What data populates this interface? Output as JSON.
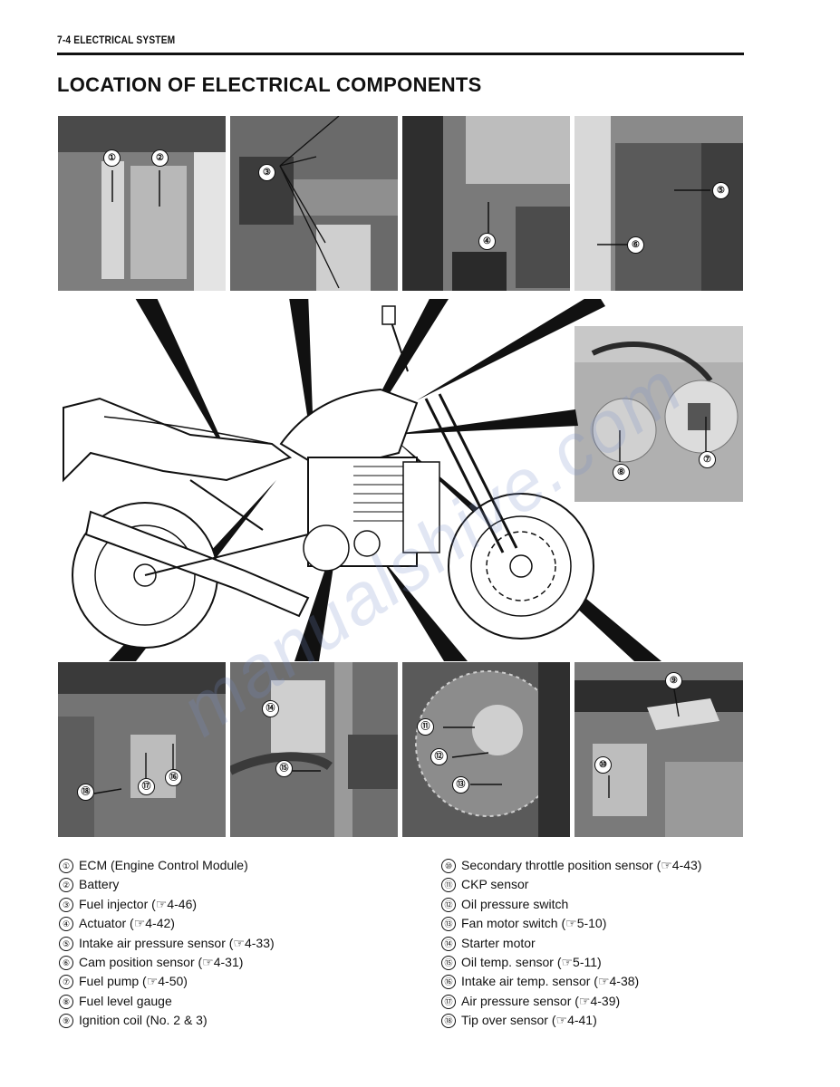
{
  "header": {
    "text": "7-4  ELECTRICAL SYSTEM"
  },
  "title": "LOCATION OF ELECTRICAL COMPONENTS",
  "watermark": "manualshive.com",
  "colors": {
    "photo_gray": "#9a9a9a",
    "ink": "#111111",
    "watermark": "#8c9ad0"
  },
  "photos": {
    "top": [
      {
        "callouts": [
          "①",
          "②"
        ]
      },
      {
        "callouts": [
          "③"
        ]
      },
      {
        "callouts": [
          "④"
        ]
      },
      {
        "callouts": [
          "⑤",
          "⑥"
        ]
      }
    ],
    "right": {
      "callouts": [
        "⑧",
        "⑦"
      ]
    },
    "bottom": [
      {
        "callouts": [
          "⑱",
          "⑰",
          "⑯"
        ]
      },
      {
        "callouts": [
          "⑭",
          "⑮"
        ]
      },
      {
        "callouts": [
          "⑪",
          "⑫",
          "⑬"
        ]
      },
      {
        "callouts": [
          "⑨",
          "⑩"
        ]
      }
    ]
  },
  "legend_left": [
    {
      "num": "①",
      "text": "ECM (Engine Control Module)"
    },
    {
      "num": "②",
      "text": "Battery"
    },
    {
      "num": "③",
      "text": "Fuel injector (☞4-46)"
    },
    {
      "num": "④",
      "text": "Actuator (☞4-42)"
    },
    {
      "num": "⑤",
      "text": "Intake air pressure sensor (☞4-33)"
    },
    {
      "num": "⑥",
      "text": "Cam position sensor (☞4-31)"
    },
    {
      "num": "⑦",
      "text": "Fuel pump (☞4-50)"
    },
    {
      "num": "⑧",
      "text": "Fuel level gauge"
    },
    {
      "num": "⑨",
      "text": "Ignition coil (No. 2 & 3)"
    }
  ],
  "legend_right": [
    {
      "num": "⑩",
      "text": "Secondary throttle position sensor (☞4-43)"
    },
    {
      "num": "⑪",
      "text": "CKP sensor"
    },
    {
      "num": "⑫",
      "text": "Oil pressure switch"
    },
    {
      "num": "⑬",
      "text": "Fan motor switch (☞5-10)"
    },
    {
      "num": "⑭",
      "text": "Starter motor"
    },
    {
      "num": "⑮",
      "text": "Oil temp. sensor (☞5-11)"
    },
    {
      "num": "⑯",
      "text": "Intake air temp. sensor (☞4-38)"
    },
    {
      "num": "⑰",
      "text": "Air pressure sensor (☞4-39)"
    },
    {
      "num": "⑱",
      "text": "Tip over sensor (☞4-41)"
    }
  ]
}
